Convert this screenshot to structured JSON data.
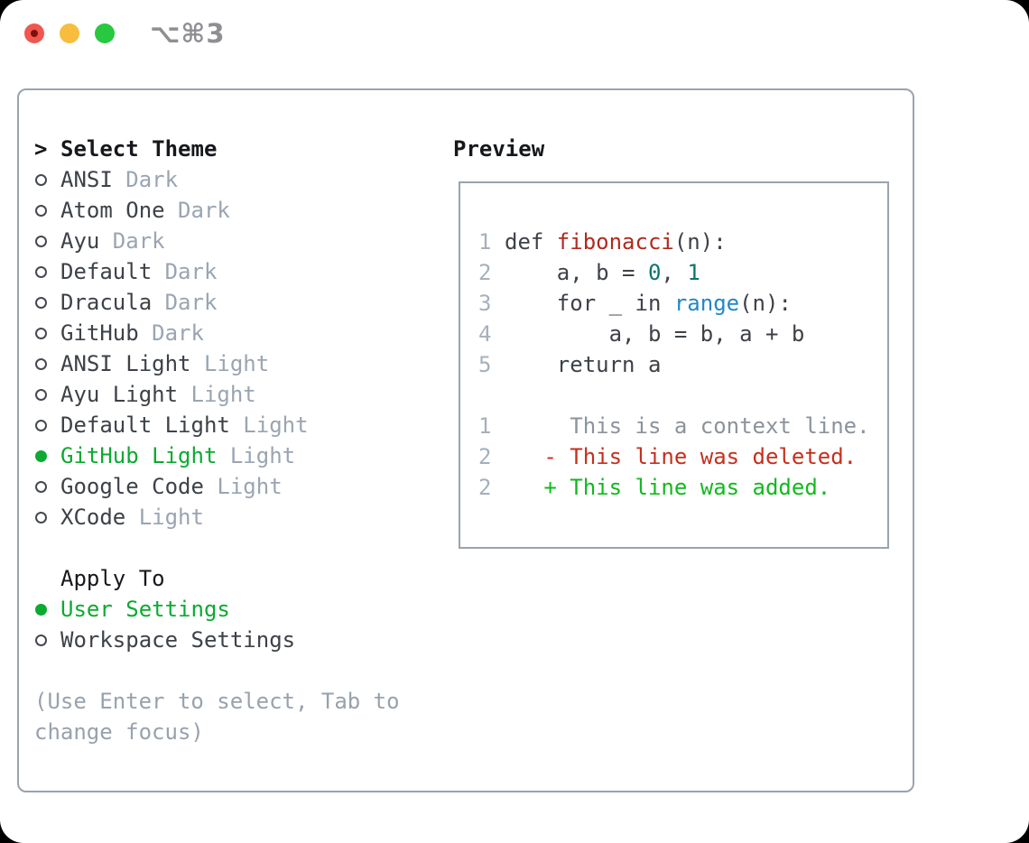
{
  "window": {
    "title": "⌥⌘3"
  },
  "colors": {
    "ink": "#3d4248",
    "ink_strong": "#16181c",
    "muted": "#9aa5b1",
    "hint": "#98a2ac",
    "line_number": "#a6b0ba",
    "radio_gray": "#45494f",
    "selected_green": "#0caa31",
    "function_red": "#b02a20",
    "number_teal": "#0b7470",
    "builtin_blue": "#2187c8",
    "context_gray": "#8b939b",
    "deleted_red": "#c62f1d",
    "added_green": "#12b91e",
    "border_gray": "#9aa3ad",
    "title_gray": "#8e8e93",
    "traffic_red": "#f05750",
    "traffic_red_dot": "#7d100a",
    "traffic_yellow": "#f8bd3e",
    "traffic_green": "#28c840"
  },
  "theme_picker": {
    "header": "Select Theme",
    "items": [
      {
        "slug": "ansi-dark",
        "name": "ANSI",
        "variant": "Dark",
        "selected": false
      },
      {
        "slug": "atom-one-dark",
        "name": "Atom One",
        "variant": "Dark",
        "selected": false
      },
      {
        "slug": "ayu-dark",
        "name": "Ayu",
        "variant": "Dark",
        "selected": false
      },
      {
        "slug": "default-dark",
        "name": "Default",
        "variant": "Dark",
        "selected": false
      },
      {
        "slug": "dracula-dark",
        "name": "Dracula",
        "variant": "Dark",
        "selected": false
      },
      {
        "slug": "github-dark",
        "name": "GitHub",
        "variant": "Dark",
        "selected": false
      },
      {
        "slug": "ansi-light",
        "name": "ANSI Light",
        "variant": "Light",
        "selected": false
      },
      {
        "slug": "ayu-light",
        "name": "Ayu Light",
        "variant": "Light",
        "selected": false
      },
      {
        "slug": "default-light",
        "name": "Default Light",
        "variant": "Light",
        "selected": false
      },
      {
        "slug": "github-light",
        "name": "GitHub Light",
        "variant": "Light",
        "selected": true
      },
      {
        "slug": "google-code",
        "name": "Google Code",
        "variant": "Light",
        "selected": false
      },
      {
        "slug": "xcode",
        "name": "XCode",
        "variant": "Light",
        "selected": false
      }
    ],
    "apply_to": {
      "header": "Apply To",
      "options": [
        {
          "slug": "user-settings",
          "label": "User Settings",
          "selected": true
        },
        {
          "slug": "workspace-settings",
          "label": "Workspace Settings",
          "selected": false
        }
      ]
    },
    "hint_lines": [
      "(Use Enter to select, Tab to",
      "change focus)"
    ]
  },
  "preview": {
    "header": "Preview",
    "code_lines": [
      {
        "num": "1",
        "kind": "code",
        "segments": [
          {
            "t": "def ",
            "c": "code"
          },
          {
            "t": "fibonacci",
            "c": "func"
          },
          {
            "t": "(n):",
            "c": "code"
          }
        ]
      },
      {
        "num": "2",
        "kind": "code",
        "segments": [
          {
            "t": "    a, b = ",
            "c": "code"
          },
          {
            "t": "0",
            "c": "number"
          },
          {
            "t": ", ",
            "c": "code"
          },
          {
            "t": "1",
            "c": "number"
          }
        ]
      },
      {
        "num": "3",
        "kind": "code",
        "segments": [
          {
            "t": "    for _ in ",
            "c": "code"
          },
          {
            "t": "range",
            "c": "builtin"
          },
          {
            "t": "(n):",
            "c": "code"
          }
        ]
      },
      {
        "num": "4",
        "kind": "code",
        "segments": [
          {
            "t": "        a, b = b, a + b",
            "c": "code"
          }
        ]
      },
      {
        "num": "5",
        "kind": "code",
        "segments": [
          {
            "t": "    return a",
            "c": "code"
          }
        ]
      },
      {
        "num": "",
        "kind": "blank",
        "segments": []
      },
      {
        "num": "1",
        "kind": "diff-context",
        "segments": [
          {
            "t": "     This is a context line.",
            "c": "context"
          }
        ]
      },
      {
        "num": "2",
        "kind": "diff-deleted",
        "segments": [
          {
            "t": "   - This line was deleted.",
            "c": "deleted"
          }
        ]
      },
      {
        "num": "2",
        "kind": "diff-added",
        "segments": [
          {
            "t": "   + This line was added.",
            "c": "added"
          }
        ]
      }
    ]
  }
}
